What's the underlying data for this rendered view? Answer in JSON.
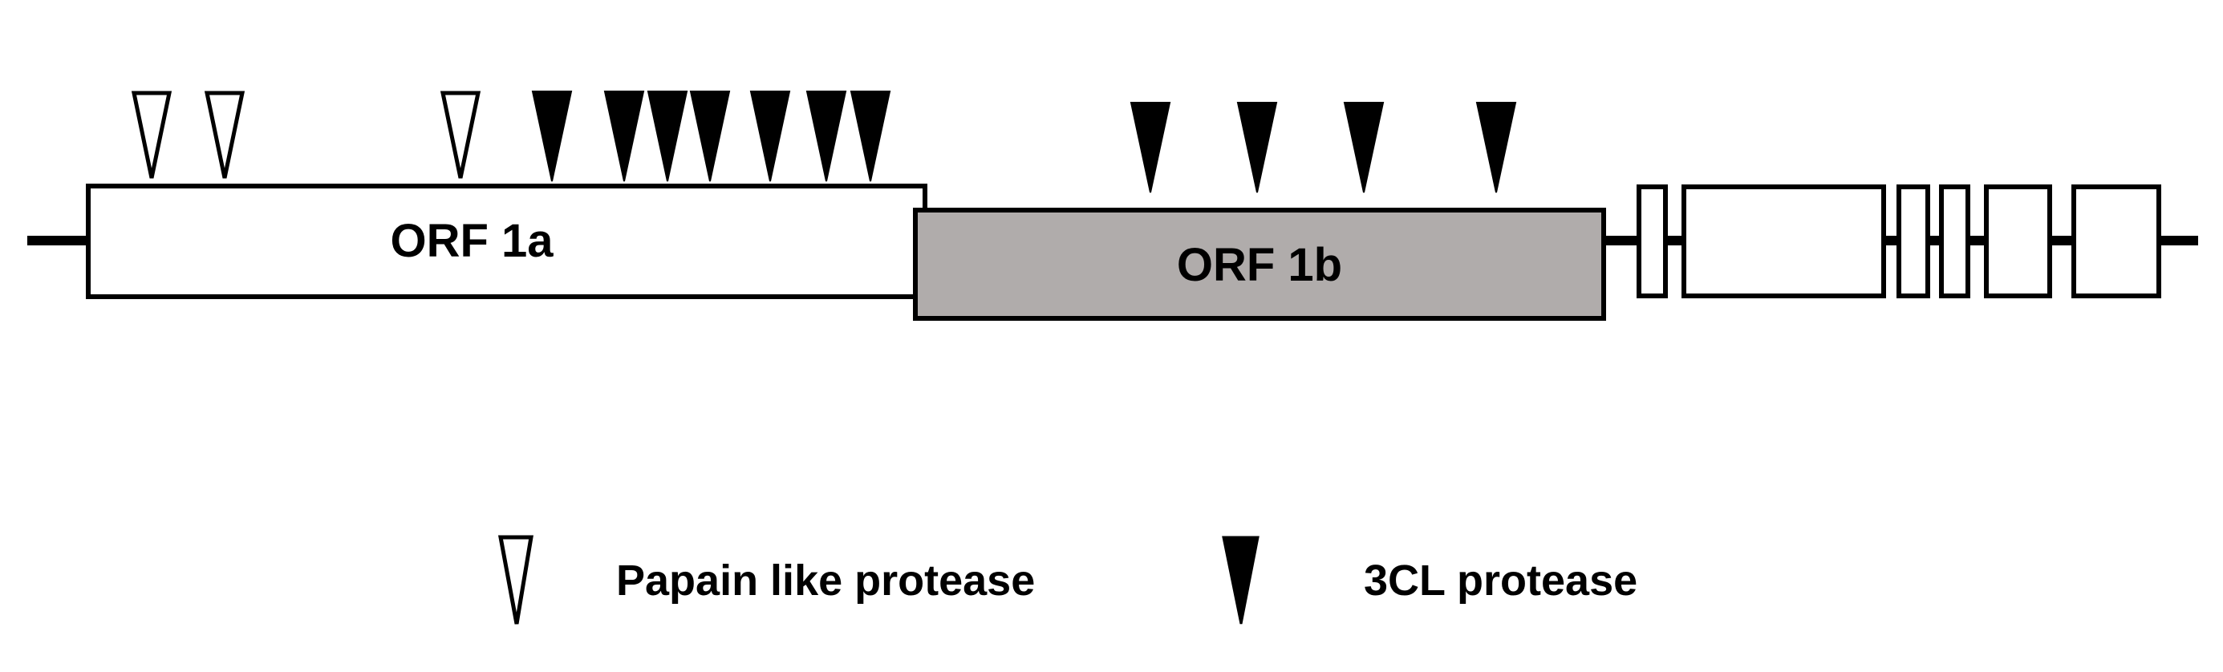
{
  "genome": {
    "orf1a_label": "ORF 1a",
    "orf1b_label": "ORF 1b"
  },
  "legend": {
    "papain_label": "Papain like protease",
    "threecl_label": "3CL protease"
  },
  "colors": {
    "line": "#000000",
    "orf1a_fill": "#ffffff",
    "orf1b_fill": "#b0acab",
    "downstream_fill": "#ffffff",
    "papain_marker_fill": "#ffffff",
    "threecl_marker_fill": "#000000"
  },
  "icons": {
    "papain_marker": "open-down-triangle-icon",
    "threecl_marker": "filled-down-triangle-icon"
  }
}
